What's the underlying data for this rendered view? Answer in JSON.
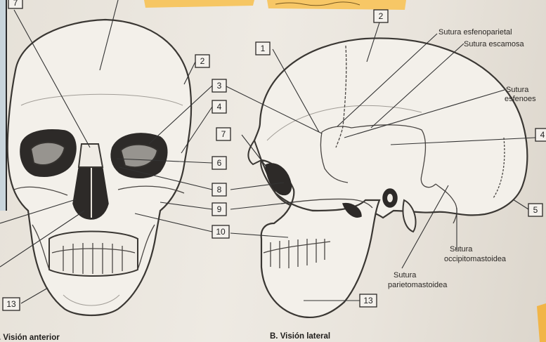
{
  "labels": {
    "n1": "1",
    "n2": "2",
    "n3": "3",
    "n4": "4",
    "n5": "5",
    "n6": "6",
    "n7": "7",
    "n8": "8",
    "n9": "9",
    "n10": "10",
    "n13": "13"
  },
  "sutures": {
    "esfenoparietal": "Sutura esfenoparietal",
    "escamosa": "Sutura escamosa",
    "esfenoes_line1": "Sutura",
    "esfenoes_line2": "esfenoes",
    "occipito_line1": "Sutura",
    "occipito_line2": "occipitomastoidea",
    "parieto_line1": "Sutura",
    "parieto_line2": "parietomastoidea"
  },
  "captions": {
    "anterior": ". Visión anterior",
    "lateral": "B. Visión lateral"
  },
  "colors": {
    "paper": "#e9e4dc",
    "sticky_note": "#f7c766",
    "ink": "#2d2a28"
  }
}
